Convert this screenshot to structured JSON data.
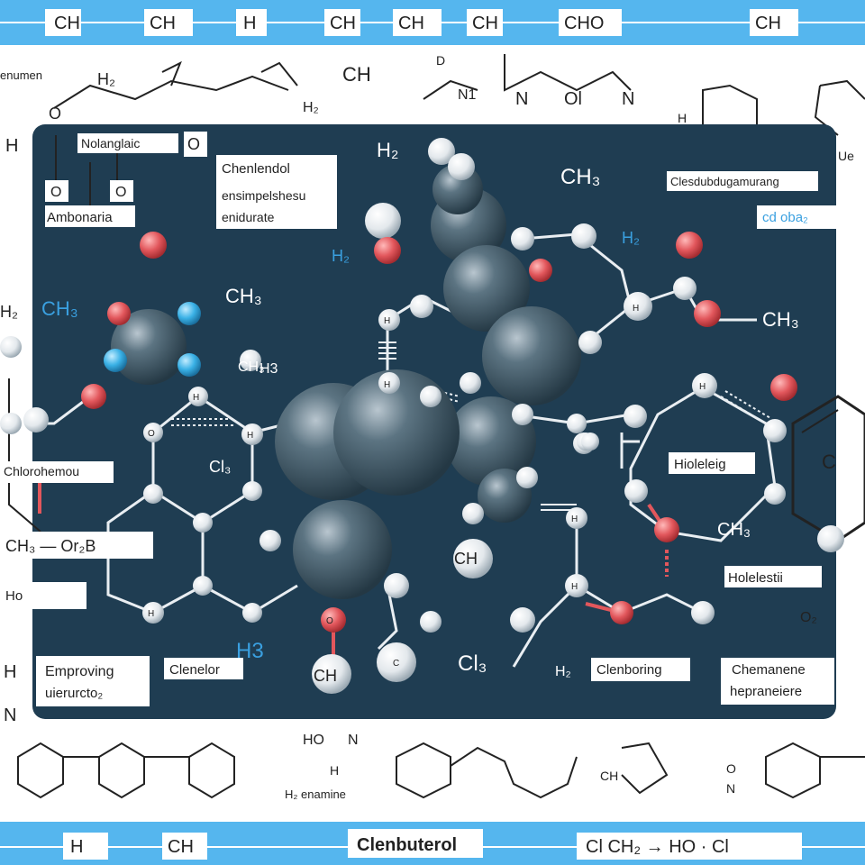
{
  "top_banner": [
    "CH",
    "CH",
    "H",
    "CH",
    "CH",
    "CH",
    "CHO",
    "CH"
  ],
  "bottom_banner": {
    "left": [
      "H",
      "CH"
    ],
    "title": "Clenbuterol",
    "right": "Cl CH₂ → HO · Cl"
  },
  "outer_labels": {
    "tl_top": "enumen",
    "tl_h2": "H₂",
    "tl_o": "O",
    "ch_top": "CH",
    "d_top": "D",
    "n1": "N1",
    "n_top": "N",
    "ol_top": "Ol",
    "n_top2": "N",
    "h_left": "H",
    "h2_left": "H₂",
    "h_left2": "H",
    "n_left": "N",
    "h2_lower": "H₂",
    "h_right": "H",
    "ue": "Ue",
    "ho_bottom": "HO",
    "n_bottom": "N",
    "h_bottom": "H",
    "h2_enamine": "H₂ enamine",
    "ch_bottom": "CH",
    "n_bottom2": "N",
    "o_bottom": "O"
  },
  "panel_labels": {
    "nolanglaic": "Nolanglaic",
    "o1": "O",
    "ambonaria": "Ambonaria",
    "o2": "O",
    "o3": "O",
    "chenlendol": "Chenlendol",
    "chen_sub1": "ensimpelshesu",
    "chen_sub2": "enidurate",
    "h2_center": "H₂",
    "ch3_left": "CH₃",
    "ch3_mid": "CH₃",
    "h3": "H3",
    "h2_top": "H₂",
    "ch3_right_top": "CH₃",
    "h2_blue": "H₂",
    "clesdub": "Clesdubdugamurang",
    "cd_oba": "cd oba₂",
    "ch3_right": "CH₃",
    "c_ring": "C",
    "hioleleig": "Hioleleig",
    "ch3_lower": "CH₃",
    "holelestii": "Holelestii",
    "o2_label": "O₂",
    "clenboring": "Clenboring",
    "chemanene": "Chemanene",
    "hepraneiere": "hepraneiere",
    "chlorohemou": "Chlorohemou",
    "ch3_or": "CH₃ — Or₂B",
    "ho": "Ho",
    "emproving": "Emproving",
    "uierurcto": "uierurcto₂",
    "clenelor": "Clenelor",
    "h3_blue": "H3",
    "ch_atom1": "CH",
    "ch_atom2": "CH",
    "cl3": "Cl₃",
    "h2_bottom": "H₂",
    "cl3_small": "Cl₃",
    "ch3_small": "CH₃"
  },
  "colors": {
    "banner": "#55b6ee",
    "panel": "#1f3d52",
    "atom_dark": "#4f6777",
    "atom_light": "#e6eaee",
    "atom_red": "#e2575c",
    "atom_blue": "#3ab1e6",
    "bond": "#e9eef2"
  }
}
